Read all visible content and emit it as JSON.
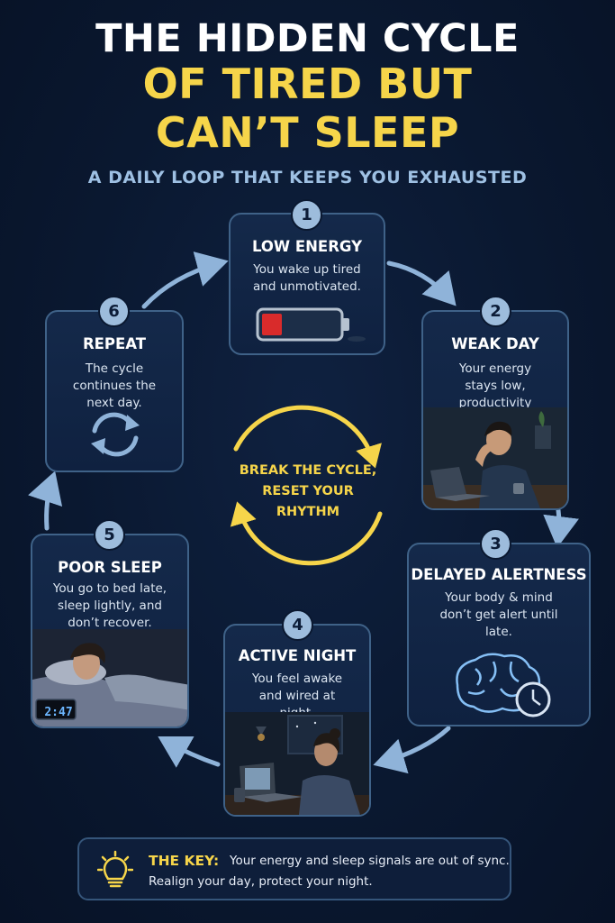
{
  "title": {
    "line1": "THE HIDDEN CYCLE",
    "line2": "OF TIRED BUT",
    "line3": "CAN’T SLEEP"
  },
  "subtitle": "A DAILY LOOP THAT KEEPS YOU EXHAUSTED",
  "steps": [
    {
      "number": "1",
      "title": "LOW ENERGY",
      "desc": "You wake up tired and unmotivated.",
      "icon": "low-battery-icon"
    },
    {
      "number": "2",
      "title": "WEAK DAY",
      "desc": "Your energy stays low, productivity drops.",
      "icon": "tired-worker-illustration"
    },
    {
      "number": "3",
      "title": "DELAYED ALERTNESS",
      "desc": "Your body & mind don’t get alert until late.",
      "icon": "brain-clock-icon"
    },
    {
      "number": "4",
      "title": "ACTIVE NIGHT",
      "desc": "You feel awake and wired at night.",
      "icon": "night-laptop-illustration"
    },
    {
      "number": "5",
      "title": "POOR SLEEP",
      "desc": "You go to bed late, sleep lightly, and don’t recover.",
      "icon": "sleeping-person-illustration",
      "clock_reading": "2:47"
    },
    {
      "number": "6",
      "title": "REPEAT",
      "desc": "The cycle continues the next day.",
      "icon": "refresh-icon"
    }
  ],
  "center": {
    "line1": "BREAK THE CYCLE,",
    "line2": "RESET YOUR",
    "line3": "RHYTHM"
  },
  "key": {
    "label": "THE KEY:",
    "line1": "Your energy and sleep signals are out of sync.",
    "line2": "Realign your day, protect your night.",
    "icon": "lightbulb-icon"
  },
  "colors": {
    "background": "#0a1830",
    "accent_yellow": "#f6d54a",
    "badge": "#9dbcdc",
    "arrow": "#8fb3d9",
    "battery_low": "#d92b2b"
  }
}
